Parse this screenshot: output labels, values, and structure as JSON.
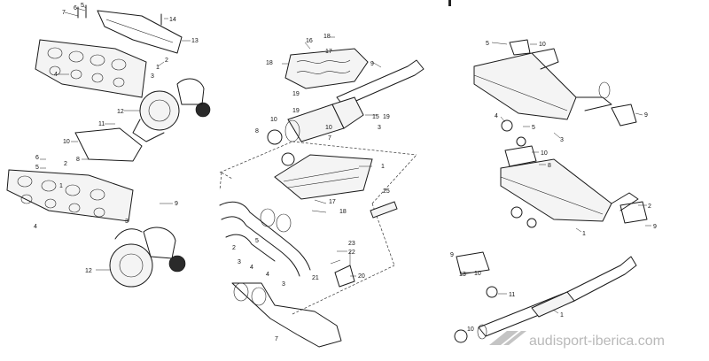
{
  "labels": {
    "left_upper": [
      "7",
      "6",
      "5",
      "14",
      "13",
      "1",
      "2",
      "3",
      "4",
      "12"
    ],
    "left_lower": [
      "11",
      "10",
      "8",
      "6",
      "5",
      "2",
      "1",
      "4",
      "9",
      "3",
      "12"
    ],
    "middle": [
      "16",
      "18",
      "17",
      "18",
      "19",
      "19",
      "10",
      "9",
      "15",
      "19",
      "3",
      "10",
      "7",
      "8",
      "25",
      "17",
      "18",
      "1",
      "2",
      "4",
      "3",
      "5",
      "23",
      "22",
      "20",
      "21",
      "4",
      "3",
      "7"
    ],
    "right": [
      "5",
      "10",
      "9",
      "4",
      "5",
      "3",
      "10",
      "8",
      "9",
      "1",
      "2",
      "9",
      "10",
      "13",
      "11",
      "1",
      "10"
    ]
  },
  "watermark": "audisport-iberica.com",
  "colors": {
    "ink": "#1a1a1a",
    "watermark": "#b9b9b9",
    "background": "#ffffff"
  }
}
